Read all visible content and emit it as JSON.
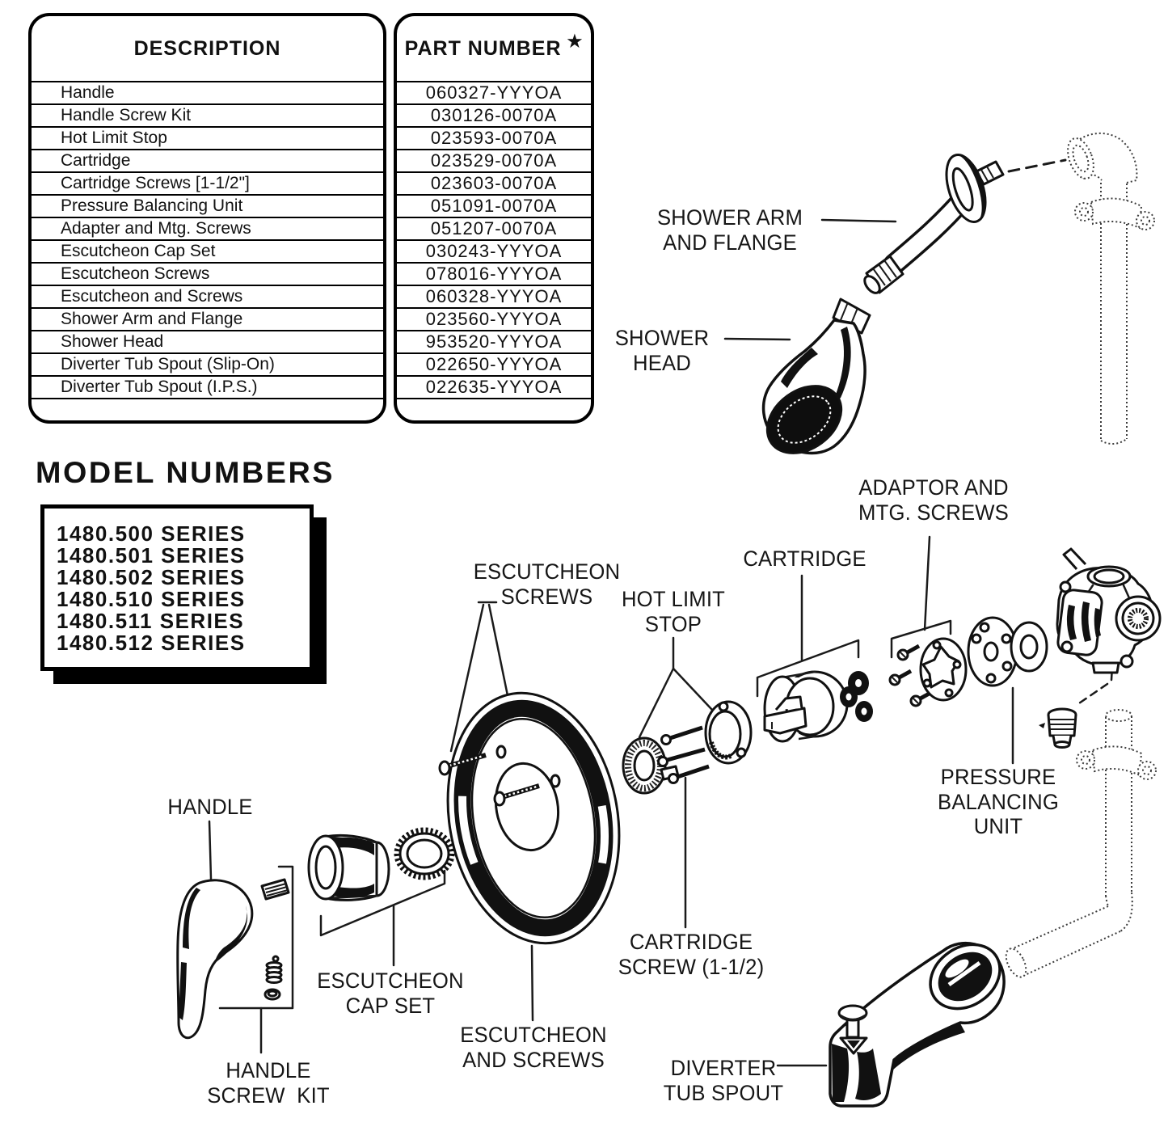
{
  "parts_table": {
    "col1_header": "DESCRIPTION",
    "col2_header": "PART NUMBER",
    "col2_header_star": "★",
    "rows": [
      {
        "description": "Handle",
        "part_number": "060327-YYYOA"
      },
      {
        "description": "Handle Screw Kit",
        "part_number": "030126-0070A"
      },
      {
        "description": "Hot Limit Stop",
        "part_number": "023593-0070A"
      },
      {
        "description": "Cartridge",
        "part_number": "023529-0070A"
      },
      {
        "description": "Cartridge Screws [1-1/2\"]",
        "part_number": "023603-0070A"
      },
      {
        "description": "Pressure Balancing Unit",
        "part_number": "051091-0070A"
      },
      {
        "description": "Adapter and Mtg. Screws",
        "part_number": "051207-0070A"
      },
      {
        "description": "Escutcheon Cap Set",
        "part_number": "030243-YYYOA"
      },
      {
        "description": "Escutcheon Screws",
        "part_number": "078016-YYYOA"
      },
      {
        "description": "Escutcheon and Screws",
        "part_number": "060328-YYYOA"
      },
      {
        "description": "Shower Arm and Flange",
        "part_number": "023560-YYYOA"
      },
      {
        "description": "Shower Head",
        "part_number": "953520-YYYOA"
      },
      {
        "description": "Diverter Tub Spout (Slip-On)",
        "part_number": "022650-YYYOA"
      },
      {
        "description": "Diverter Tub Spout (I.P.S.)",
        "part_number": "022635-YYYOA"
      }
    ]
  },
  "model_numbers": {
    "title": "MODEL NUMBERS",
    "series": [
      "1480.500 SERIES",
      "1480.501 SERIES",
      "1480.502 SERIES",
      "1480.510 SERIES",
      "1480.511 SERIES",
      "1480.512 SERIES"
    ]
  },
  "diagram_labels": {
    "shower_arm_flange": "SHOWER ARM\nAND FLANGE",
    "shower_head": "SHOWER\nHEAD",
    "adaptor_mtg_screws": "ADAPTOR AND\nMTG. SCREWS",
    "escutcheon_screws": "ESCUTCHEON\nSCREWS",
    "hot_limit_stop": "HOT LIMIT\nSTOP",
    "cartridge": "CARTRIDGE",
    "pressure_balancing_unit": "PRESSURE\nBALANCING\nUNIT",
    "cartridge_screw": "CARTRIDGE\nSCREW (1-1/2)",
    "handle": "HANDLE",
    "escutcheon_cap_set": "ESCUTCHEON\nCAP SET",
    "escutcheon_and_screws": "ESCUTCHEON\nAND SCREWS",
    "handle_screw_kit": "HANDLE\nSCREW  KIT",
    "diverter_tub_spout": "DIVERTER\nTUB SPOUT"
  },
  "colors": {
    "ink": "#111111",
    "paper": "#ffffff"
  }
}
